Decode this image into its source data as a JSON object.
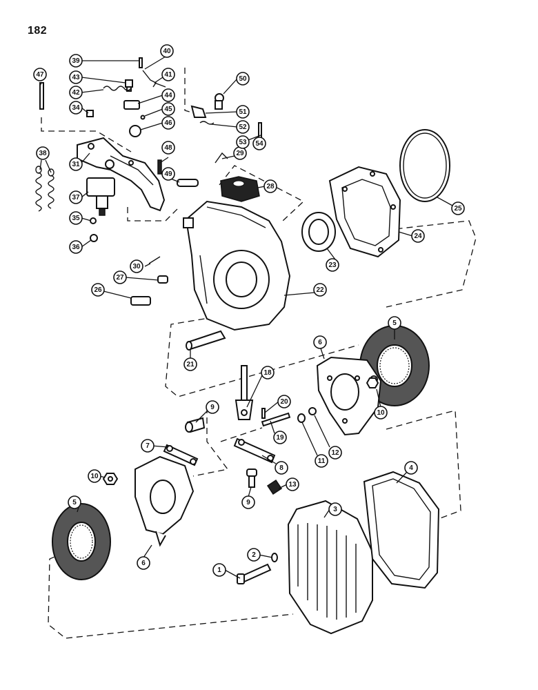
{
  "page_number": "182",
  "callouts": [
    "1",
    "2",
    "3",
    "4",
    "5",
    "5",
    "6",
    "6",
    "7",
    "8",
    "9",
    "9",
    "10",
    "10",
    "11",
    "12",
    "13",
    "18",
    "19",
    "20",
    "21",
    "22",
    "23",
    "24",
    "25",
    "26",
    "27",
    "28",
    "29",
    "30",
    "31",
    "34",
    "35",
    "36",
    "37",
    "38",
    "39",
    "40",
    "41",
    "42",
    "43",
    "44",
    "45",
    "46",
    "47",
    "48",
    "49",
    "50",
    "51",
    "52",
    "53",
    "54"
  ]
}
